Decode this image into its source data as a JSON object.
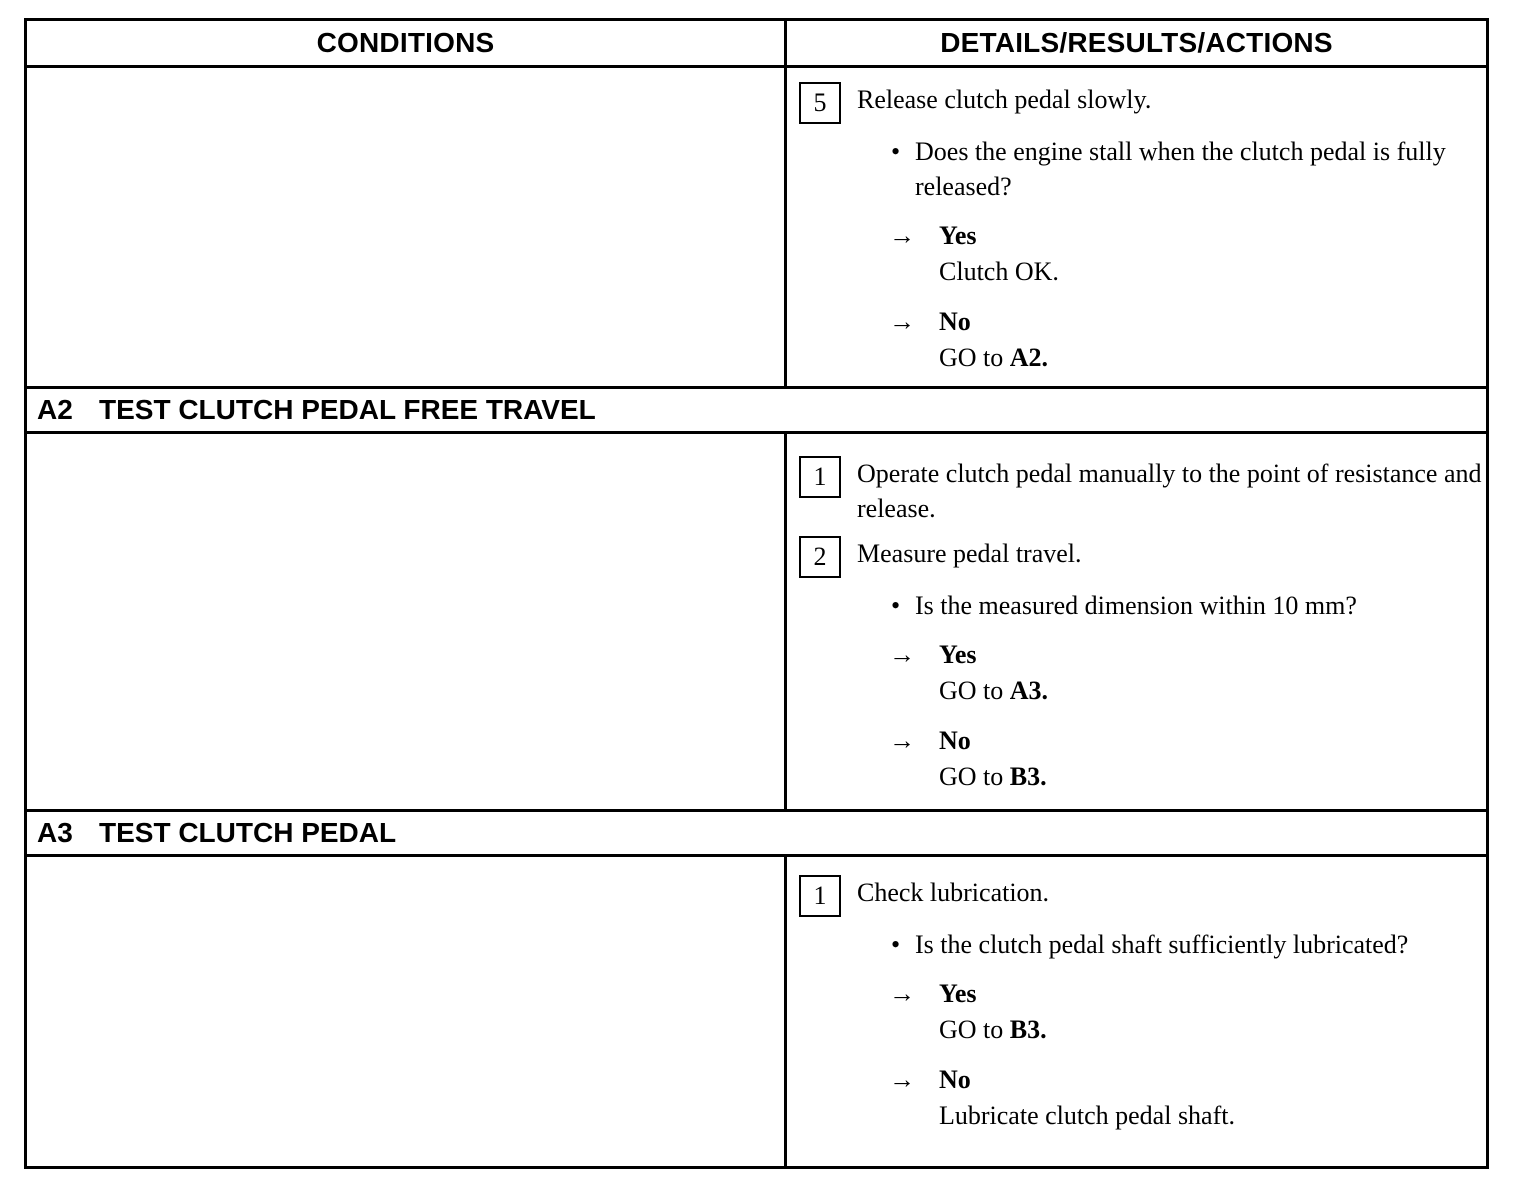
{
  "header": {
    "conditions": "CONDITIONS",
    "details": "DETAILS/RESULTS/ACTIONS"
  },
  "block_a1": {
    "step5": {
      "num": "5",
      "text": "Release clutch pedal slowly.",
      "question": "Does the engine stall when the clutch pedal is fully released?",
      "yes_label": "Yes",
      "yes_action": "Clutch OK.",
      "no_label": "No",
      "no_action_prefix": "GO to ",
      "no_action_ref": "A2."
    }
  },
  "section_a2": {
    "code": "A2",
    "title": "TEST CLUTCH PEDAL FREE TRAVEL",
    "step1": {
      "num": "1",
      "text": "Operate clutch pedal manually to the point of resistance and release."
    },
    "step2": {
      "num": "2",
      "text": "Measure pedal travel.",
      "question": "Is the measured dimension within 10 mm?",
      "yes_label": "Yes",
      "yes_prefix": "GO to ",
      "yes_ref": "A3.",
      "no_label": "No",
      "no_prefix": "GO to ",
      "no_ref": "B3."
    }
  },
  "section_a3": {
    "code": "A3",
    "title": "TEST CLUTCH PEDAL",
    "step1": {
      "num": "1",
      "text": "Check lubrication.",
      "question": "Is the clutch pedal shaft sufficiently lubricated?",
      "yes_label": "Yes",
      "yes_prefix": "GO to ",
      "yes_ref": "B3.",
      "no_label": "No",
      "no_action": "Lubricate clutch pedal shaft."
    }
  },
  "glyphs": {
    "arrow": "→",
    "bullet": "•"
  }
}
